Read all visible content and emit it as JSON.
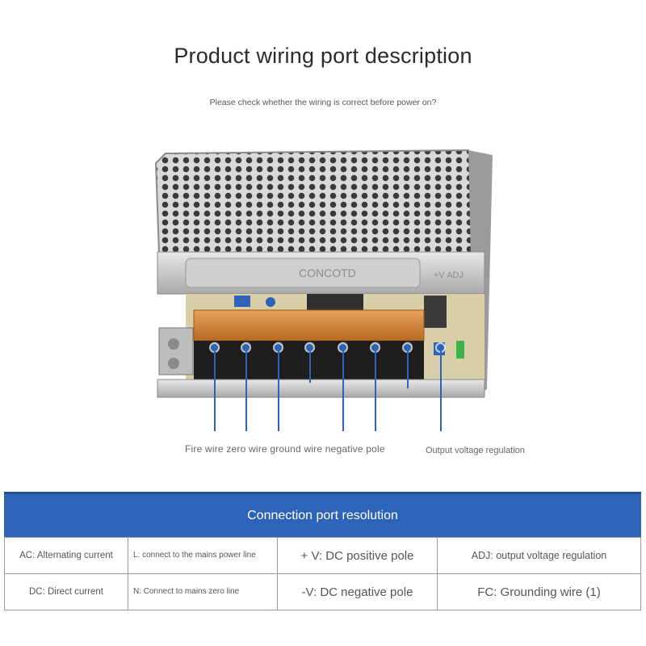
{
  "title": "Product wiring port description",
  "subtitle": "Please check whether the wiring is correct before power on?",
  "product_image": {
    "label_text": "CONCOTD",
    "adj_text": "+V ADJ"
  },
  "callouts": {
    "terminal_label": "Fire wire zero wire ground wire negative pole",
    "adj_label": "Output voltage regulation"
  },
  "panel": {
    "heading": "Connection port resolution",
    "rows": [
      [
        "AC: Alternating current",
        "L: connect to the mains power line",
        "+ V: DC positive pole",
        "ADJ: output voltage regulation"
      ],
      [
        "DC: Direct current",
        "N: Connect to mains zero line",
        "-V: DC negative pole",
        "FC: Grounding wire (1)"
      ]
    ]
  },
  "colors": {
    "accent": "#2d64b8",
    "terminal_orange": "#d98a35",
    "chassis": "#c9c9c9"
  }
}
